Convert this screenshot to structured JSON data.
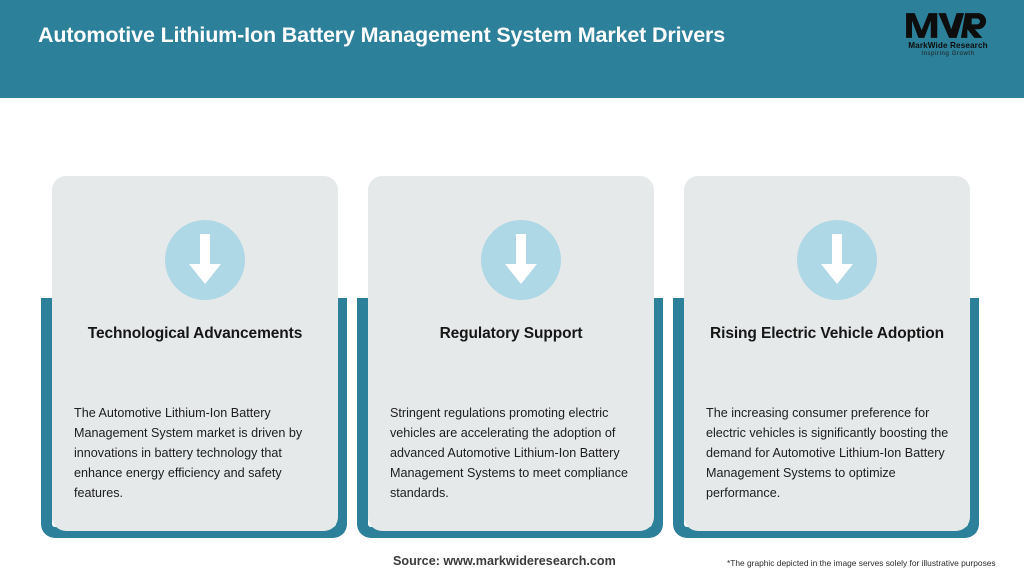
{
  "header": {
    "title": "Automotive Lithium-Ion Battery Management System Market Drivers",
    "background_color": "#2d8099",
    "title_color": "#ffffff"
  },
  "logo": {
    "mark": "MWR",
    "name": "MarkWide Research",
    "tagline": "Inspiring Growth"
  },
  "cards": [
    {
      "icon": "down-arrow-icon",
      "title": "Technological Advancements",
      "body": "The Automotive Lithium-Ion Battery Management System market is driven by innovations in battery technology that enhance energy efficiency and safety features."
    },
    {
      "icon": "down-arrow-icon",
      "title": "Regulatory Support",
      "body": "Stringent regulations promoting electric vehicles are accelerating the adoption of advanced Automotive Lithium-Ion Battery Management Systems to meet compliance standards."
    },
    {
      "icon": "down-arrow-icon",
      "title": "Rising Electric Vehicle Adoption",
      "body": "The increasing consumer preference for electric vehicles is significantly boosting the demand for Automotive Lithium-Ion Battery Management Systems to optimize performance."
    }
  ],
  "footer": {
    "source": "Source: www.markwideresearch.com",
    "disclaimer": "*The graphic depicted in the image serves solely for illustrative purposes"
  },
  "colors": {
    "accent_teal": "#2d8099",
    "icon_blue": "#aed8e6",
    "card_gray": "#e6e9ea",
    "page_background": "#ffffff"
  }
}
